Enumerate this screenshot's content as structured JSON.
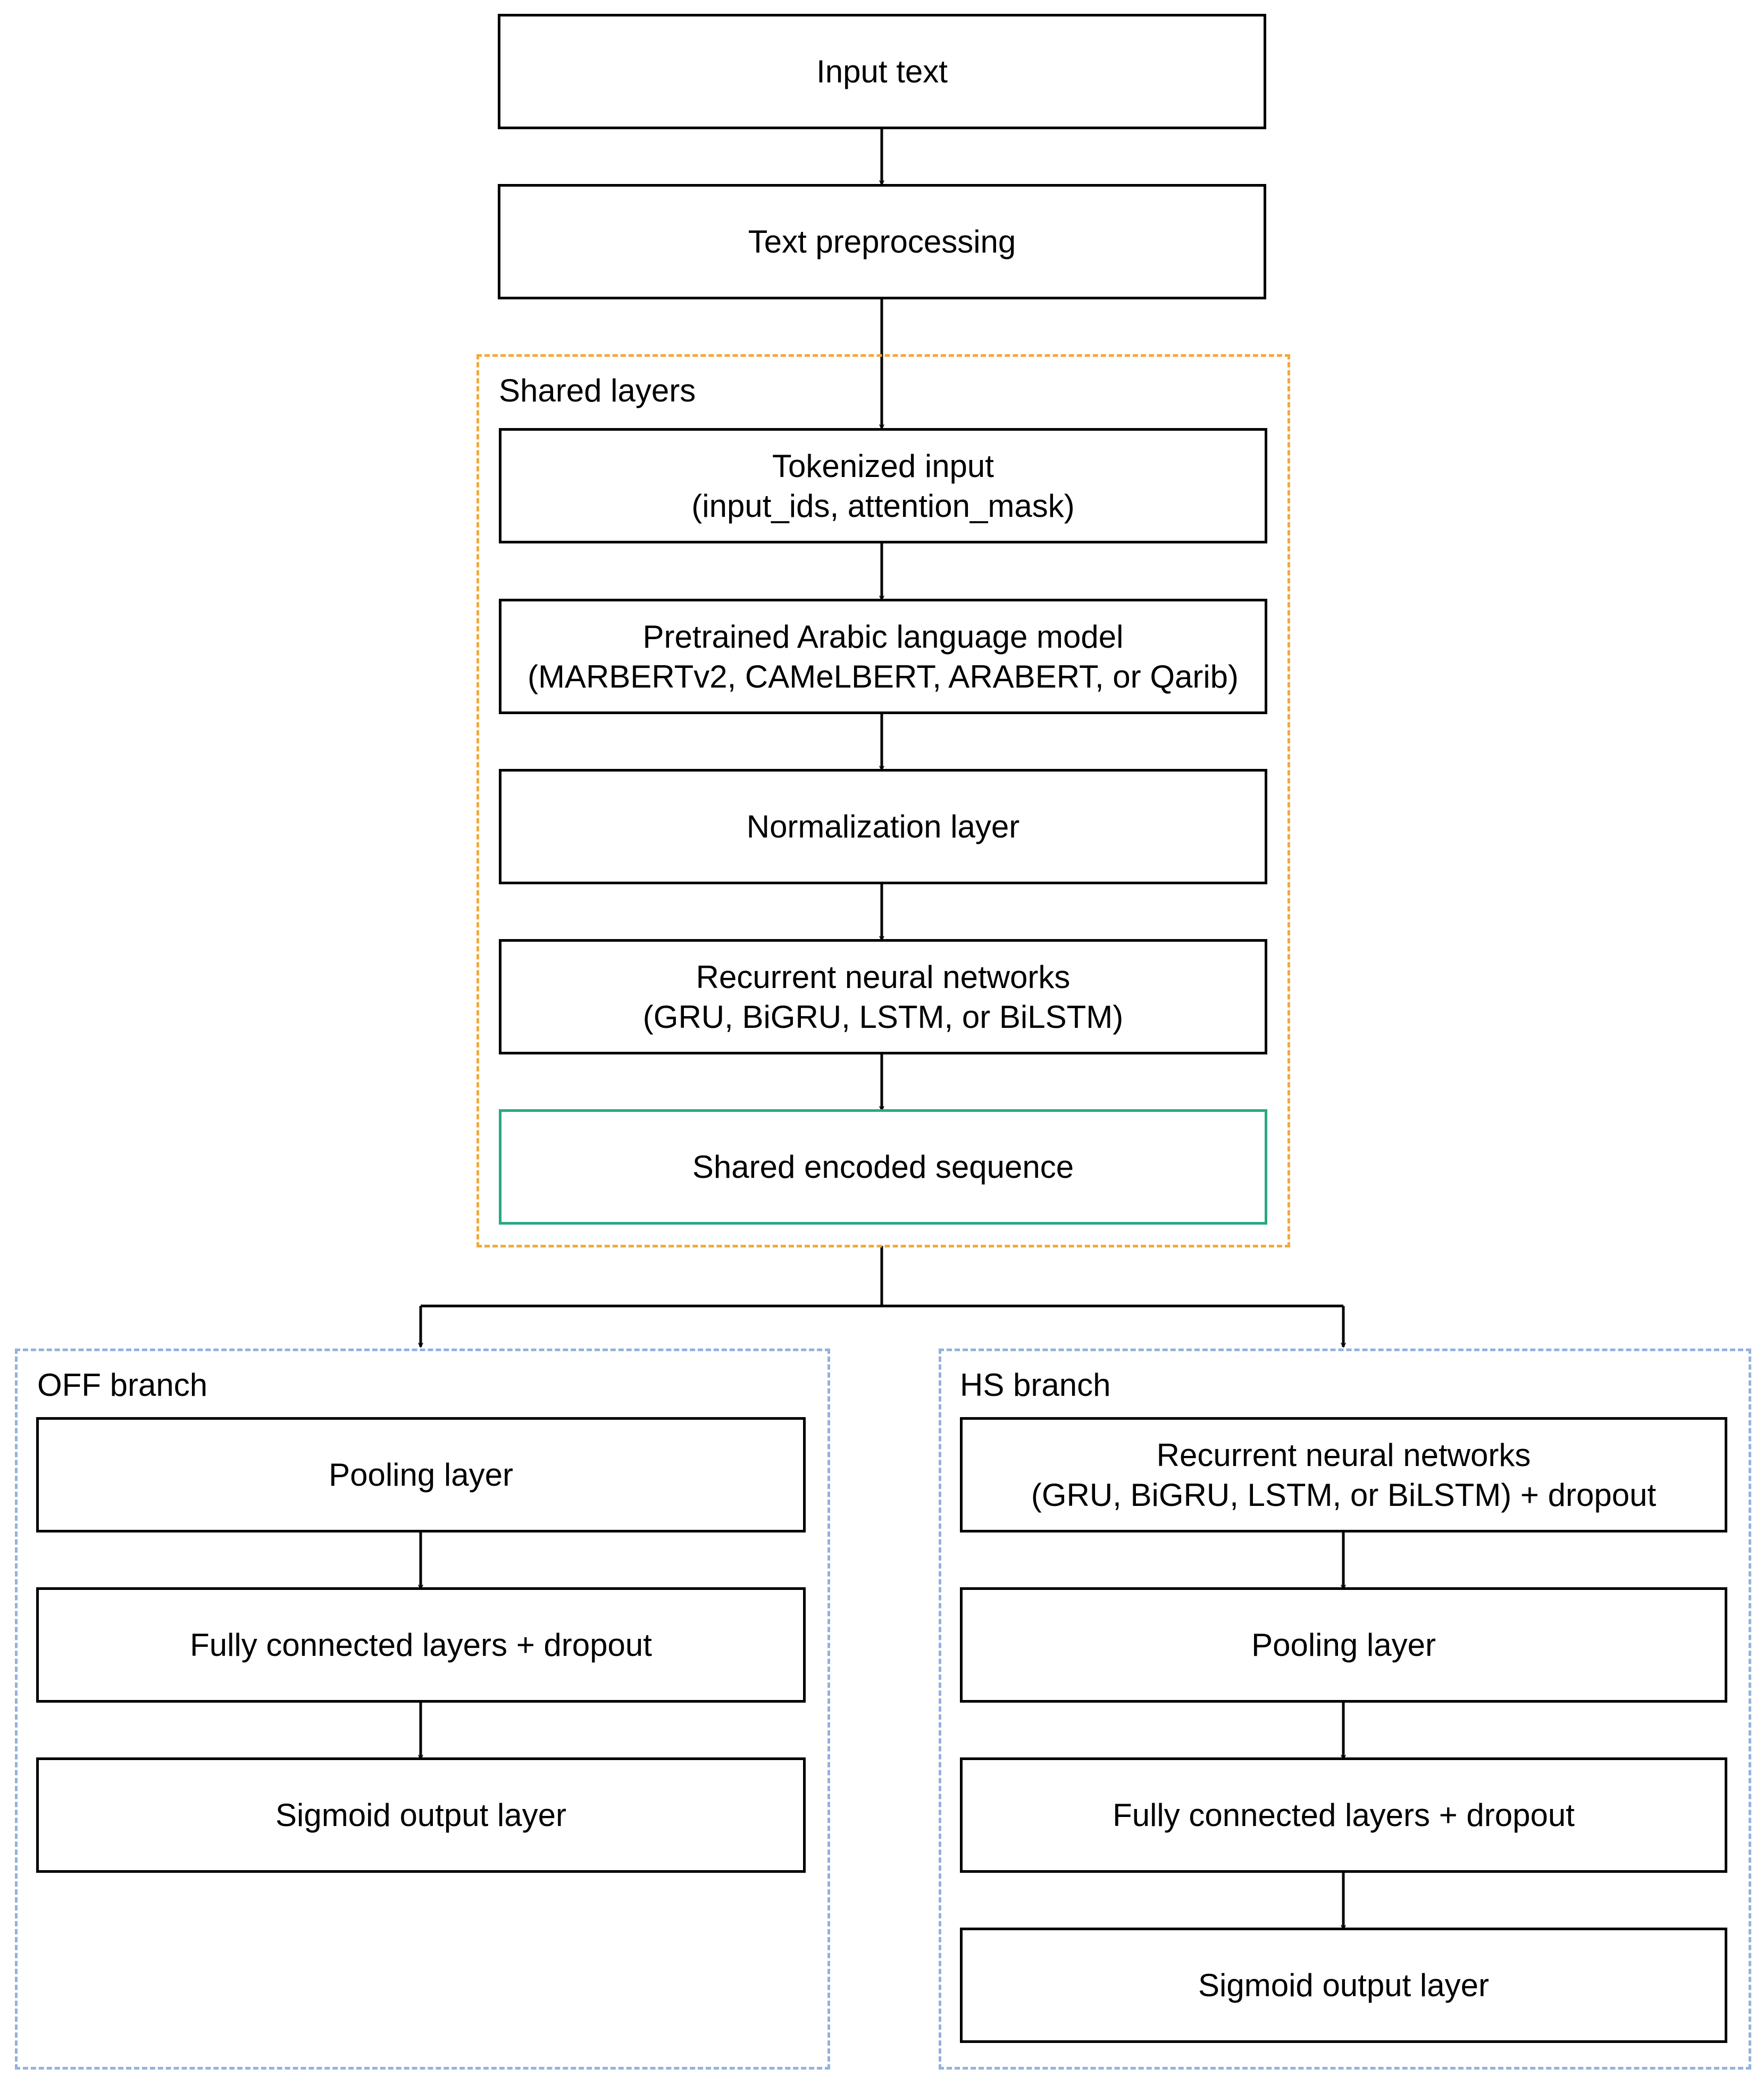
{
  "colors": {
    "box_border": "#000000",
    "shared_group_border": "#f2a93b",
    "branch_group_border": "#93b2de",
    "shared_output_border": "#2aa884"
  },
  "groups": {
    "shared": {
      "label": "Shared layers"
    },
    "off": {
      "label": "OFF branch"
    },
    "hs": {
      "label": "HS branch"
    }
  },
  "nodes": {
    "input_text": {
      "line1": "Input text"
    },
    "text_preprocessing": {
      "line1": "Text preprocessing"
    },
    "tokenized_input": {
      "line1": "Tokenized input",
      "line2": "(input_ids, attention_mask)"
    },
    "pretrained_model": {
      "line1": "Pretrained Arabic language model",
      "line2": "(MARBERTv2, CAMeLBERT, ARABERT, or Qarib)"
    },
    "normalization": {
      "line1": "Normalization layer"
    },
    "rnn_shared": {
      "line1": "Recurrent neural networks",
      "line2": "(GRU, BiGRU, LSTM, or BiLSTM)"
    },
    "shared_encoded": {
      "line1": "Shared encoded sequence"
    },
    "off_pooling": {
      "line1": "Pooling layer"
    },
    "off_fc": {
      "line1": "Fully connected layers +  dropout"
    },
    "off_sigmoid": {
      "line1": "Sigmoid output layer"
    },
    "hs_rnn": {
      "line1": "Recurrent neural networks",
      "line2": "(GRU, BiGRU, LSTM, or BiLSTM) + dropout"
    },
    "hs_pooling": {
      "line1": "Pooling layer"
    },
    "hs_fc": {
      "line1": "Fully connected layers +  dropout"
    },
    "hs_sigmoid": {
      "line1": "Sigmoid output layer"
    }
  },
  "edges": [
    [
      "input_text",
      "text_preprocessing"
    ],
    [
      "text_preprocessing",
      "tokenized_input"
    ],
    [
      "tokenized_input",
      "pretrained_model"
    ],
    [
      "pretrained_model",
      "normalization"
    ],
    [
      "normalization",
      "rnn_shared"
    ],
    [
      "rnn_shared",
      "shared_encoded"
    ],
    [
      "shared_encoded",
      "off_branch"
    ],
    [
      "shared_encoded",
      "hs_branch"
    ],
    [
      "off_pooling",
      "off_fc"
    ],
    [
      "off_fc",
      "off_sigmoid"
    ],
    [
      "hs_rnn",
      "hs_pooling"
    ],
    [
      "hs_pooling",
      "hs_fc"
    ],
    [
      "hs_fc",
      "hs_sigmoid"
    ]
  ]
}
